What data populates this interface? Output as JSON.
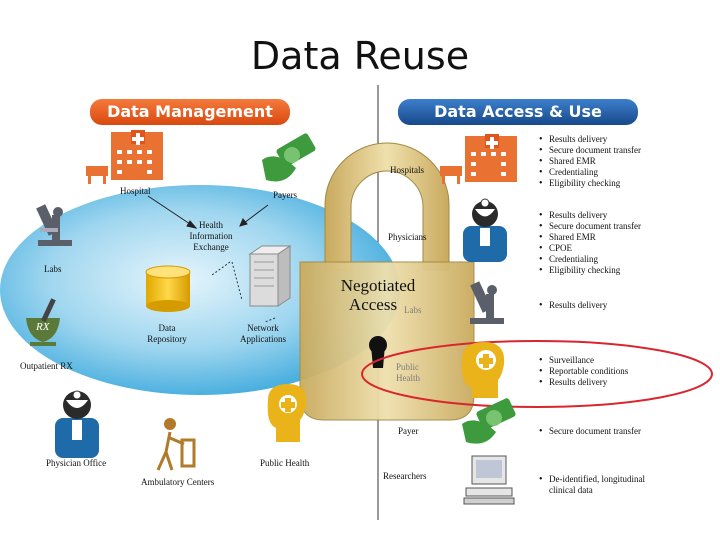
{
  "title": "Data Reuse",
  "headers": {
    "left": "Data Management",
    "right": "Data Access & Use"
  },
  "left_labels": {
    "hospital": "Hospital",
    "payers": "Payers",
    "hie": "Health\nInformation\nExchange",
    "labs": "Labs",
    "rx_symbol": "RX",
    "data_repository": "Data\nRepository",
    "network_applications": "Network\nApplications",
    "outpatient_rx": "Outpatient RX",
    "physician_office": "Physician Office",
    "ambulatory_centers": "Ambulatory Centers",
    "public_health": "Public Health"
  },
  "lock_text": {
    "line1": "Negotiated",
    "line2": "Access"
  },
  "right_rows": [
    {
      "label": "Hospitals",
      "icon": "hospital-icon",
      "bullets": [
        "Results delivery",
        "Secure document transfer",
        "Shared EMR",
        "Credentialing",
        "Eligibility checking"
      ]
    },
    {
      "label": "Physicians",
      "icon": "physician-icon",
      "bullets": [
        "Results delivery",
        "Secure document transfer",
        "Shared EMR",
        "CPOE",
        "Credentialing",
        "Eligibility checking"
      ]
    },
    {
      "label": "Labs",
      "icon": "microscope-icon",
      "bullets": [
        "Results delivery"
      ]
    },
    {
      "label": "Public\nHealth",
      "icon": "public-health-head-icon",
      "bullets": [
        "Surveillance",
        "Reportable conditions",
        "Results delivery"
      ]
    },
    {
      "label": "Payer",
      "icon": "payer-money-icon",
      "bullets": [
        "Secure document transfer"
      ]
    },
    {
      "label": "Researchers",
      "icon": "computer-icon",
      "bullets": [
        "De-identified, longitudinal\nclinical data"
      ]
    }
  ],
  "colors": {
    "header_orange": "#e8561c",
    "header_blue": "#1f5fa8",
    "cloud_blue": "#3aa8dc",
    "lock_gold": "#d9c07a",
    "highlight_oval": "#d9262e",
    "database_yellow": "#f2c200"
  }
}
